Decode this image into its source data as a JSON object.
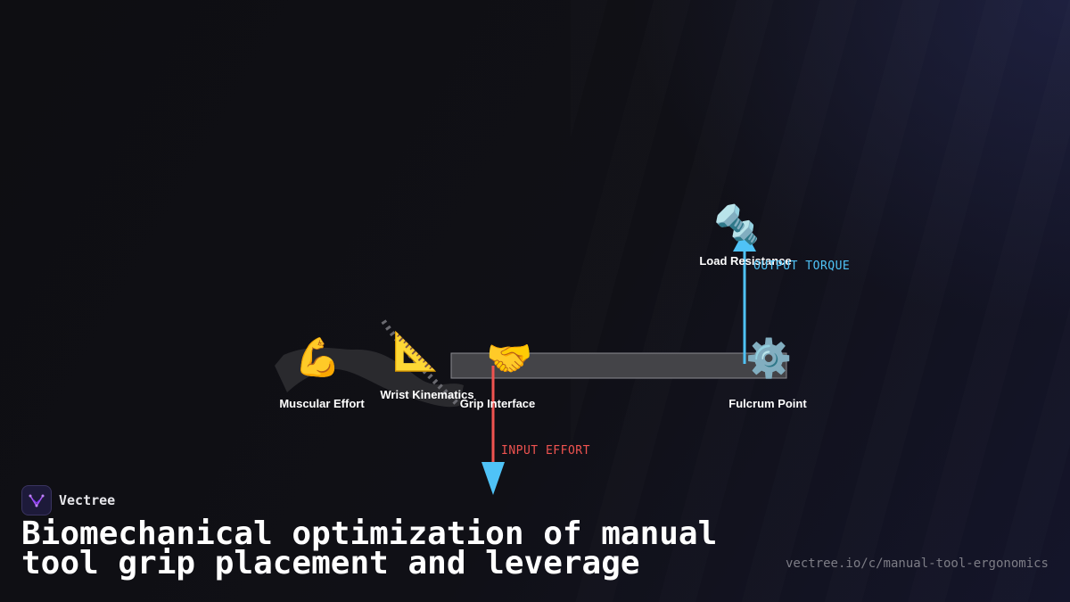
{
  "brand": {
    "name": "Vectree",
    "logo_icon": "vectree-logo-icon",
    "accent": "#a855f7"
  },
  "title": "Biomechanical optimization of manual tool grip placement and leverage",
  "url": "vectree.io/c/manual-tool-ergonomics",
  "diagram": {
    "nodes": [
      {
        "id": "muscular-effort",
        "label": "Muscular Effort",
        "icon": "💪",
        "icon_name": "flexed-biceps-icon"
      },
      {
        "id": "wrist-kinematics",
        "label": "Wrist Kinematics",
        "icon": "📐",
        "icon_name": "triangular-ruler-icon"
      },
      {
        "id": "grip-interface",
        "label": "Grip Interface",
        "icon": "🤝",
        "icon_name": "handshake-icon"
      },
      {
        "id": "fulcrum-point",
        "label": "Fulcrum Point",
        "icon": "⚙️",
        "icon_name": "gear-icon"
      },
      {
        "id": "load-resistance",
        "label": "Load Resistance",
        "icon": "🔩",
        "icon_name": "nut-and-bolt-icon"
      }
    ],
    "forces": [
      {
        "id": "input-effort",
        "label": "INPUT EFFORT",
        "color": "#ef5350",
        "arrowhead_color": "#4fc3f7",
        "direction": "down"
      },
      {
        "id": "output-torque",
        "label": "OUTPUT TORQUE",
        "color": "#4fc3f7",
        "direction": "up"
      }
    ],
    "lever_color": "#444448"
  }
}
